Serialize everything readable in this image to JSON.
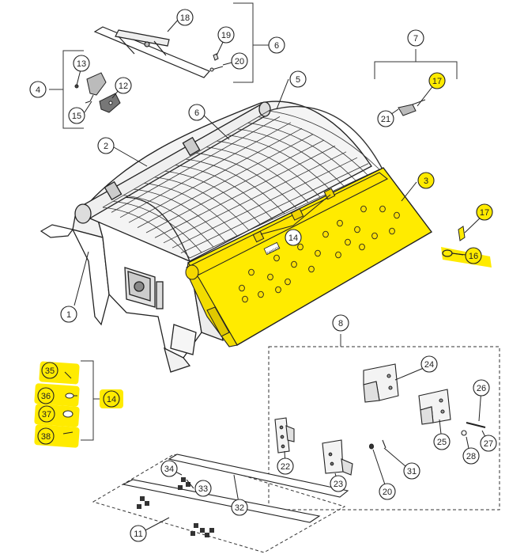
{
  "diagram": {
    "colors": {
      "line": "#222222",
      "highlight": "#ffeb00",
      "highlight_stroke": "#b8a800",
      "callout_fill": "#ffffff",
      "part_gray": "#e6e6e6",
      "part_dark": "#444444"
    },
    "callouts": [
      {
        "id": "c1",
        "label": "1",
        "highlighted": false
      },
      {
        "id": "c2",
        "label": "2",
        "highlighted": false
      },
      {
        "id": "c3",
        "label": "3",
        "highlighted": true
      },
      {
        "id": "c4",
        "label": "4",
        "highlighted": false
      },
      {
        "id": "c5",
        "label": "5",
        "highlighted": false
      },
      {
        "id": "c6a",
        "label": "6",
        "highlighted": false
      },
      {
        "id": "c6b",
        "label": "6",
        "highlighted": false
      },
      {
        "id": "c7",
        "label": "7",
        "highlighted": false
      },
      {
        "id": "c8",
        "label": "8",
        "highlighted": false
      },
      {
        "id": "c11",
        "label": "11",
        "highlighted": false
      },
      {
        "id": "c12",
        "label": "12",
        "highlighted": false
      },
      {
        "id": "c13",
        "label": "13",
        "highlighted": false
      },
      {
        "id": "c14a",
        "label": "14",
        "highlighted": false
      },
      {
        "id": "c14b",
        "label": "14",
        "highlighted": true
      },
      {
        "id": "c15",
        "label": "15",
        "highlighted": false
      },
      {
        "id": "c16",
        "label": "16",
        "highlighted": true
      },
      {
        "id": "c17a",
        "label": "17",
        "highlighted": true
      },
      {
        "id": "c17b",
        "label": "17",
        "highlighted": true
      },
      {
        "id": "c18",
        "label": "18",
        "highlighted": false
      },
      {
        "id": "c19",
        "label": "19",
        "highlighted": false
      },
      {
        "id": "c20a",
        "label": "20",
        "highlighted": false
      },
      {
        "id": "c20b",
        "label": "20",
        "highlighted": false
      },
      {
        "id": "c21",
        "label": "21",
        "highlighted": false
      },
      {
        "id": "c22",
        "label": "22",
        "highlighted": false
      },
      {
        "id": "c23",
        "label": "23",
        "highlighted": false
      },
      {
        "id": "c24",
        "label": "24",
        "highlighted": false
      },
      {
        "id": "c25",
        "label": "25",
        "highlighted": false
      },
      {
        "id": "c26",
        "label": "26",
        "highlighted": false
      },
      {
        "id": "c27",
        "label": "27",
        "highlighted": false
      },
      {
        "id": "c28",
        "label": "28",
        "highlighted": false
      },
      {
        "id": "c31",
        "label": "31",
        "highlighted": false
      },
      {
        "id": "c32",
        "label": "32",
        "highlighted": false
      },
      {
        "id": "c33",
        "label": "33",
        "highlighted": false
      },
      {
        "id": "c34",
        "label": "34",
        "highlighted": false
      },
      {
        "id": "c35",
        "label": "35",
        "highlighted": true
      },
      {
        "id": "c36",
        "label": "36",
        "highlighted": true
      },
      {
        "id": "c37",
        "label": "37",
        "highlighted": true
      },
      {
        "id": "c38",
        "label": "38",
        "highlighted": true
      }
    ],
    "plate_label": "DANGER"
  }
}
